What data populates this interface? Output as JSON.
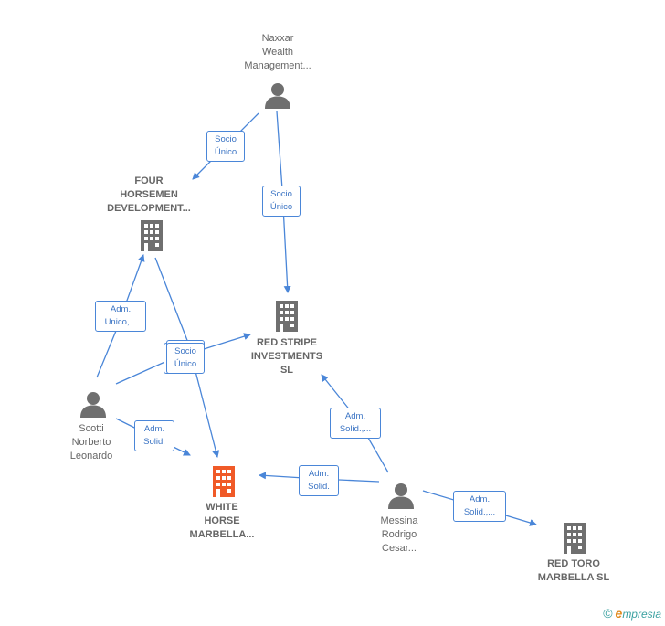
{
  "colors": {
    "edge": "#4a86d8",
    "node_gray": "#6f6f6f",
    "node_highlight": "#f05a28"
  },
  "nodes": [
    {
      "id": "naxxar",
      "type": "person",
      "label": "Naxxar\nWealth\nManagement..."
    },
    {
      "id": "four_horsemen",
      "type": "company",
      "label": "FOUR\nHORSEMEN\nDEVELOPMENT..."
    },
    {
      "id": "red_stripe",
      "type": "company",
      "label": "RED STRIPE\nINVESTMENTS\nSL"
    },
    {
      "id": "scotti",
      "type": "person",
      "label": "Scotti\nNorberto\nLeonardo"
    },
    {
      "id": "white_horse",
      "type": "company_highlight",
      "label": "WHITE\nHORSE\nMARBELLA..."
    },
    {
      "id": "messina",
      "type": "person",
      "label": "Messina\nRodrigo\nCesar..."
    },
    {
      "id": "red_toro",
      "type": "company",
      "label": "RED TORO\nMARBELLA  SL"
    }
  ],
  "edges": [
    {
      "id": "e1",
      "from": "naxxar",
      "to": "four_horsemen",
      "label": "Socio\nÚnico"
    },
    {
      "id": "e2",
      "from": "naxxar",
      "to": "red_stripe",
      "label": "Socio\nÚnico"
    },
    {
      "id": "e3",
      "from": "scotti",
      "to": "four_horsemen",
      "label": "Adm.\nUnico,..."
    },
    {
      "id": "e4",
      "from": "scotti",
      "to": "red_stripe",
      "label": "Socio\nÚnico"
    },
    {
      "id": "e5",
      "from": "four_horsemen",
      "to": "white_horse",
      "label": "Socio\nÚnico"
    },
    {
      "id": "e6",
      "from": "scotti",
      "to": "white_horse",
      "label": "Adm.\nSolid."
    },
    {
      "id": "e7",
      "from": "messina",
      "to": "red_stripe",
      "label": "Adm.\nSolid.,..."
    },
    {
      "id": "e8",
      "from": "messina",
      "to": "white_horse",
      "label": "Adm.\nSolid."
    },
    {
      "id": "e9",
      "from": "messina",
      "to": "red_toro",
      "label": "Adm.\nSolid.,..."
    }
  ],
  "footer": {
    "copyright_symbol": "©",
    "brand_initial": "e",
    "brand_rest": "mpresia"
  }
}
